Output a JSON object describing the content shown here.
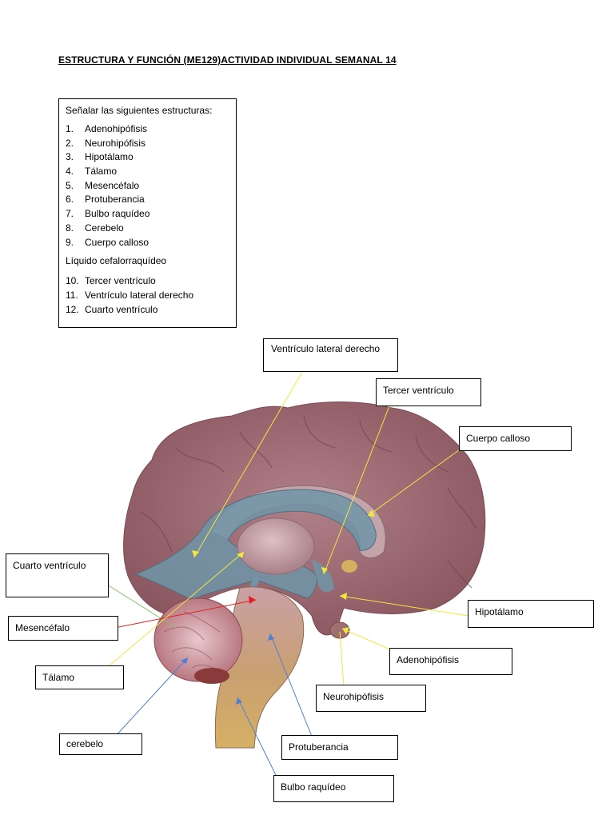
{
  "document": {
    "title": "ESTRUCTURA Y FUNCIÓN (ME129)ACTIVIDAD INDIVIDUAL SEMANAL 14",
    "instructions": {
      "heading": "Señalar las siguientes estructuras:",
      "items": [
        {
          "num": "1.",
          "text": "Adenohipófisis"
        },
        {
          "num": "2.",
          "text": "Neurohipófisis"
        },
        {
          "num": "3.",
          "text": "Hipotálamo"
        },
        {
          "num": "4.",
          "text": "Tálamo"
        },
        {
          "num": "5.",
          "text": "Mesencéfalo"
        },
        {
          "num": "6.",
          "text": "Protuberancia"
        },
        {
          "num": "7.",
          "text": "Bulbo raquídeo"
        },
        {
          "num": "8.",
          "text": "Cerebelo"
        },
        {
          "num": "9.",
          "text": "Cuerpo calloso"
        }
      ],
      "subheading": "Líquido cefalorraquídeo",
      "items2": [
        {
          "num": "10.",
          "text": "Tercer ventrículo"
        },
        {
          "num": "11.",
          "text": "Ventrículo lateral derecho"
        },
        {
          "num": "12.",
          "text": "Cuarto ventrículo"
        }
      ]
    }
  },
  "labels": {
    "ventriculo_lateral": "Ventrículo lateral derecho",
    "tercer_ventriculo": "Tercer ventrículo",
    "cuerpo_calloso": "Cuerpo calloso",
    "cuarto_ventriculo": "Cuarto ventrículo",
    "mesencefalo": "Mesencéfalo",
    "hipotalamo": "Hipotálamo",
    "adenohipofisis": "Adenohipófisis",
    "talamo": "Tálamo",
    "neurohipofisis": "Neurohipófisis",
    "cerebelo": "cerebelo",
    "protuberancia": "Protuberancia",
    "bulbo": "Bulbo raquídeo"
  },
  "colors": {
    "brain": "#9c6670",
    "ventricle": "#6f95a8",
    "thalamus": "#c9a6ad",
    "brainstem": "#c8a06a",
    "pointer_yellow": "#f2e640",
    "pointer_blue": "#4f7fd1",
    "pointer_red": "#e02020",
    "pointer_green": "#88c070"
  }
}
